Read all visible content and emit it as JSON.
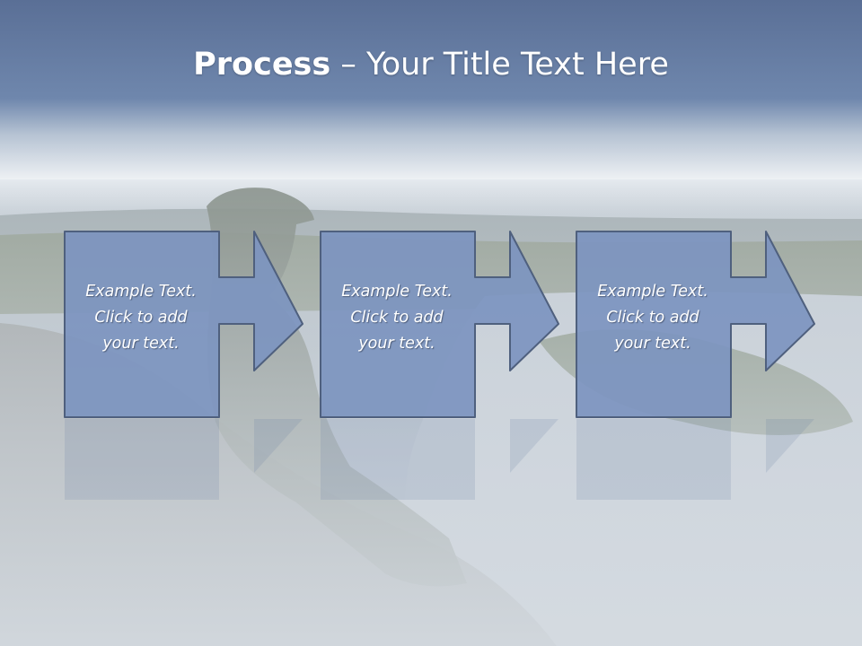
{
  "slide": {
    "title_bold": "Process",
    "title_rest": " – Your Title Text Here"
  },
  "steps": [
    {
      "lines": [
        "Example Text.",
        "Click  to add",
        "your text."
      ]
    },
    {
      "lines": [
        "Example Text.",
        "Click  to add",
        "your text."
      ]
    },
    {
      "lines": [
        "Example Text.",
        "Click  to add",
        "your text."
      ]
    }
  ],
  "colors": {
    "header": "#5b7199",
    "box_fill": "#7d95bf",
    "box_border": "#4f607e",
    "title_text": "#ffffff"
  },
  "icons": [
    "arrow-right-icon"
  ]
}
